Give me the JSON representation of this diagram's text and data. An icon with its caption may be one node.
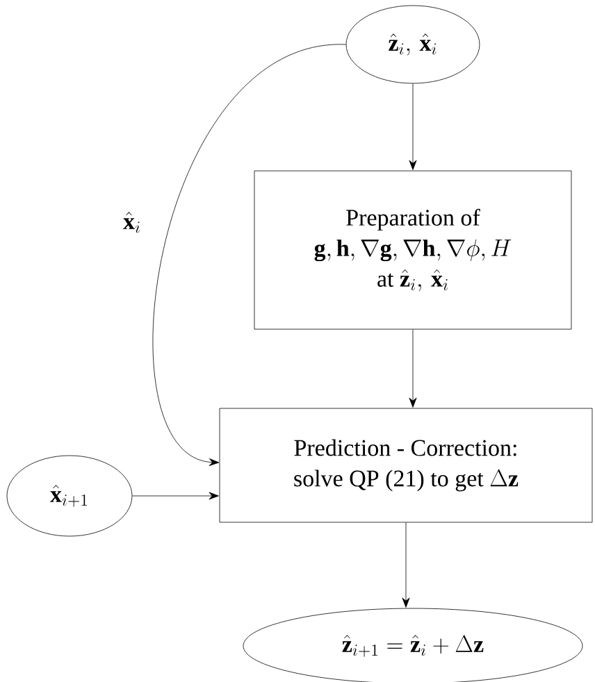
{
  "diagram": {
    "nodes": [
      {
        "text": [
          "\\hat{\\mathbf{z}}_i,\\, \\hat{\\mathbf{x}}_i"
        ]
      },
      {
        "text": [
          "Preparation of",
          "\\mathbf{g}, \\mathbf{h}, \\nabla\\mathbf{g}, \\nabla\\mathbf{h}, \\nabla\\phi, H",
          "\\text{at } \\hat{\\mathbf{z}}_i,\\, \\hat{\\mathbf{x}}_i"
        ]
      },
      {
        "text": [
          "\\hat{\\mathbf{x}}_{i+1}"
        ]
      },
      {
        "text": [
          "Prediction - Correction:",
          "\\text{solve QP (21) to get } \\Delta\\mathbf{z}"
        ]
      },
      {
        "text": [
          "\\hat{\\mathbf{z}}_{i+1} = \\hat{\\mathbf{z}}_i + \\Delta\\mathbf{z}"
        ]
      }
    ],
    "edges": [
      {
        "from": 0,
        "to": 1,
        "arrow": "to"
      },
      {
        "from": 1,
        "to": 3,
        "arrow": "to"
      },
      {
        "from": 0,
        "to": 3,
        "arrow": "to",
        "label": "\\hat{\\mathbf{x}}_i"
      },
      {
        "from": 2,
        "to": 3,
        "arrow": "to"
      },
      {
        "from": 3,
        "to": 4,
        "arrow": "to"
      }
    ]
  }
}
